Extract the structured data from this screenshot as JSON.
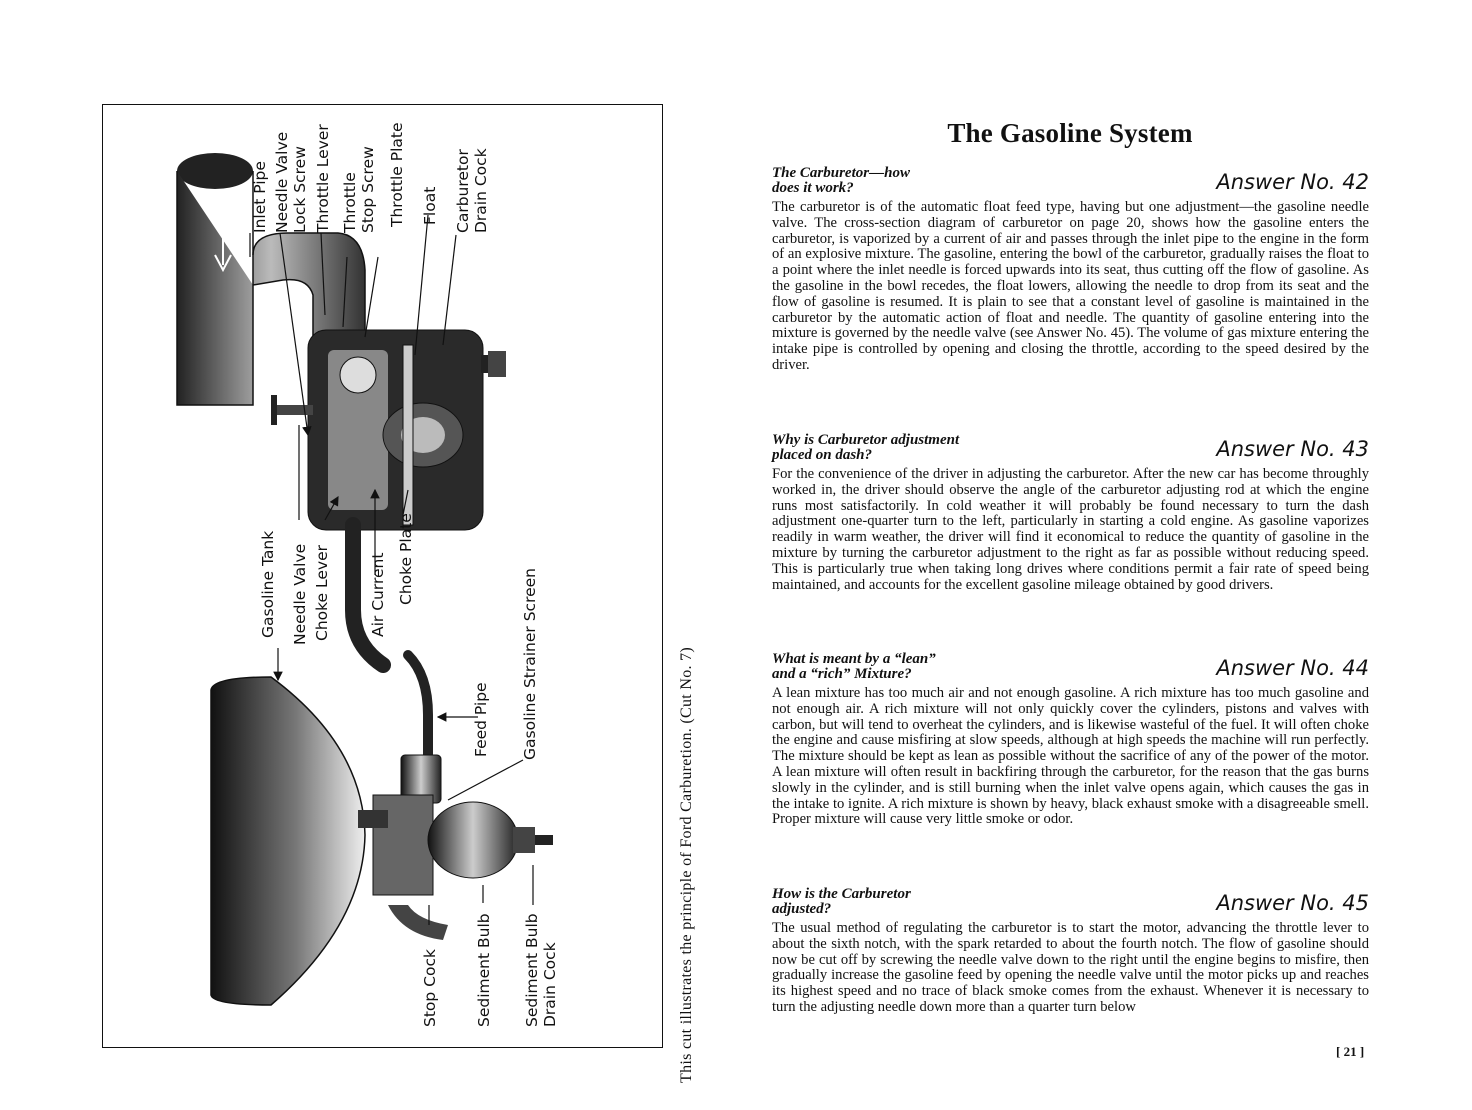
{
  "figure": {
    "labels": {
      "inlet_pipe": "Inlet Pipe",
      "needle_valve_lock_screw_1": "Needle Valve",
      "needle_valve_lock_screw_2": "Lock Screw",
      "throttle_lever": "Throttle Lever",
      "throttle_stop_screw_1": "Throttle",
      "throttle_stop_screw_2": "Stop Screw",
      "throttle_plate": "Throttle Plate",
      "float": "Float",
      "carburetor_drain_cock_1": "Carburetor",
      "carburetor_drain_cock_2": "Drain Cock",
      "gasoline_tank": "Gasoline Tank",
      "needle_valve": "Needle Valve",
      "choke_lever": "Choke Lever",
      "air_current": "Air Current",
      "choke_plate": "Choke Plate",
      "feed_pipe": "Feed Pipe",
      "gasoline_strainer_screen": "Gasoline Strainer Screen",
      "stop_cock": "Stop Cock",
      "sediment_bulb": "Sediment Bulb",
      "sediment_bulb_drain_cock_1": "Sediment Bulb",
      "sediment_bulb_drain_cock_2": "Drain Cock"
    },
    "caption": "This cut illustrates the principle of Ford Carburetion.   (Cut No. 7)"
  },
  "page": {
    "title": "The Gasoline System",
    "page_number": "[ 21 ]"
  },
  "qa": [
    {
      "question_line1": "The Carburetor—how",
      "question_line2": "does it work?",
      "answer_no": "Answer No. 42",
      "text": "The carburetor is of the automatic float feed type, having but one adjustment—the gasoline needle valve. The cross-section diagram of carburetor on page 20, shows how the gasoline enters the carburetor, is vaporized by a current of air and passes through the inlet pipe to the engine in the form of an explosive mixture. The gasoline, entering the bowl of the carburetor, gradually raises the float to a point where the inlet needle is forced upwards into its seat, thus cutting off the flow of gasoline. As the gasoline in the bowl recedes, the float lowers, allowing the needle to drop from its seat and the flow of gasoline is resumed. It is plain to see that a constant level of gasoline is maintained in the carburetor by the automatic action of float and needle. The quantity of gasoline entering into the mixture is governed by the needle valve (see Answer No. 45). The volume of gas mixture entering the intake pipe is controlled by opening and closing the throttle, according to the speed desired by the driver."
    },
    {
      "question_line1": "Why is Carburetor adjustment",
      "question_line2": "placed on dash?",
      "answer_no": "Answer No. 43",
      "text": "For the convenience of the driver in adjusting the carburetor. After the new car has become throughly worked in, the driver should observe the angle of the carburetor adjusting rod at which the engine runs most satisfactorily. In cold weather it will probably be found necessary to turn the dash adjustment one-quarter turn to the left, particularly in starting a cold engine. As gasoline vaporizes readily in warm weather, the driver will find it economical to reduce the quantity of gasoline in the mixture by turning the carburetor adjustment to the right as far as possible without reducing speed. This is particularly true when taking long drives where conditions permit a fair rate of speed being maintained, and accounts for the excellent gasoline mileage obtained by good drivers."
    },
    {
      "question_line1": "What is meant by a “lean”",
      "question_line2": "and a “rich” Mixture?",
      "answer_no": "Answer No. 44",
      "text": "A lean mixture has too much air and not enough gasoline. A rich mixture has too much gasoline and not enough air. A rich mixture will not only quickly cover the cylinders, pistons and valves with carbon, but will tend to overheat the cylinders, and is likewise wasteful of the fuel. It will often choke the engine and cause misfiring at slow speeds, although at high speeds the machine will run perfectly. The mixture should be kept as lean as possible without the sacrifice of any of the power of the motor. A lean mixture will often result in backfiring through the carburetor, for the reason that the gas burns slowly in the cylinder, and is still burning when the inlet valve opens again, which causes the gas in the intake to ignite. A rich mixture is shown by heavy, black exhaust smoke with a disagreeable smell. Proper mixture will cause very little smoke or odor."
    },
    {
      "question_line1": "How is the Carburetor",
      "question_line2": "adjusted?",
      "answer_no": "Answer No. 45",
      "text": "The usual method of regulating the carburetor is to start the motor, advancing the throttle lever to about the sixth notch, with the spark retarded to about the fourth notch. The flow of gasoline should now be cut off by screwing the needle valve down to the right until the engine begins to misfire, then gradually increase the gasoline feed by opening the needle valve until the motor picks up and reaches its highest speed and no trace of black smoke comes from the exhaust. Whenever it is necessary to turn the adjusting needle down more than a quarter turn below"
    }
  ]
}
